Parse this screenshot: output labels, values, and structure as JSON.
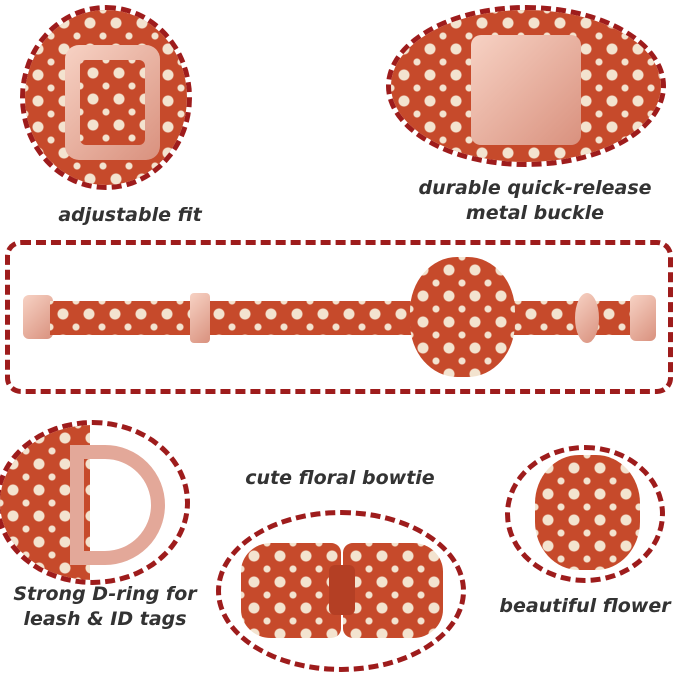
{
  "captions": {
    "adjustable": "adjustable fit",
    "buckle": "durable quick-release\nmetal buckle",
    "bowtie": "cute floral bowtie",
    "dring": "Strong D-ring for\nleash & ID tags",
    "flower": "beautiful flower"
  },
  "colors": {
    "dash": "#9e1c1c",
    "fabric": "#c64a2b",
    "hardware": "#e8b0a0",
    "text": "#333333"
  }
}
